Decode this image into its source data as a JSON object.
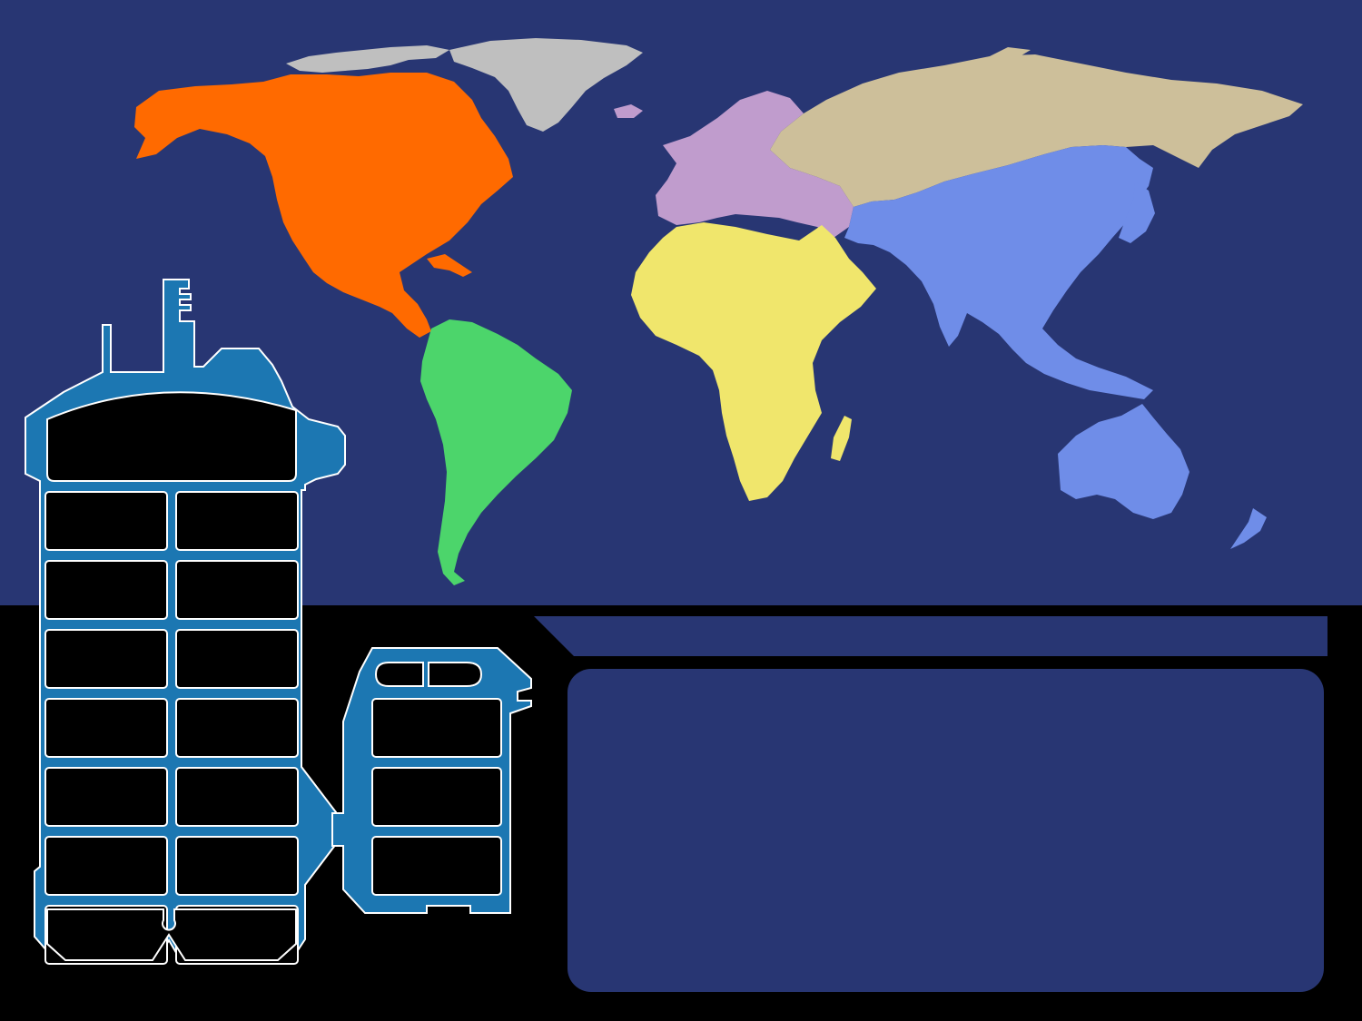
{
  "colors": {
    "panel_navy": "#283673",
    "background_black": "#000000",
    "schematic_blue": "#1c77b2",
    "schematic_outline": "#ffffff",
    "north_america": "#ff6a00",
    "south_america": "#4cd56b",
    "greenland": "#bfbfbf",
    "europe": "#c09ccd",
    "russia": "#cdbf9a",
    "africa": "#f0e66c",
    "asia_oceania": "#6f8de8"
  },
  "map": {
    "regions": [
      {
        "name": "north-america",
        "color_key": "north_america"
      },
      {
        "name": "south-america",
        "color_key": "south_america"
      },
      {
        "name": "greenland",
        "color_key": "greenland"
      },
      {
        "name": "europe",
        "color_key": "europe"
      },
      {
        "name": "russia",
        "color_key": "russia"
      },
      {
        "name": "africa",
        "color_key": "africa"
      },
      {
        "name": "asia",
        "color_key": "asia_oceania"
      },
      {
        "name": "oceania",
        "color_key": "asia_oceania"
      }
    ]
  },
  "title_bar": {
    "text": ""
  },
  "info_panel": {
    "text": ""
  },
  "schematic": {
    "main_cells": 14,
    "pod_cells": 3
  }
}
